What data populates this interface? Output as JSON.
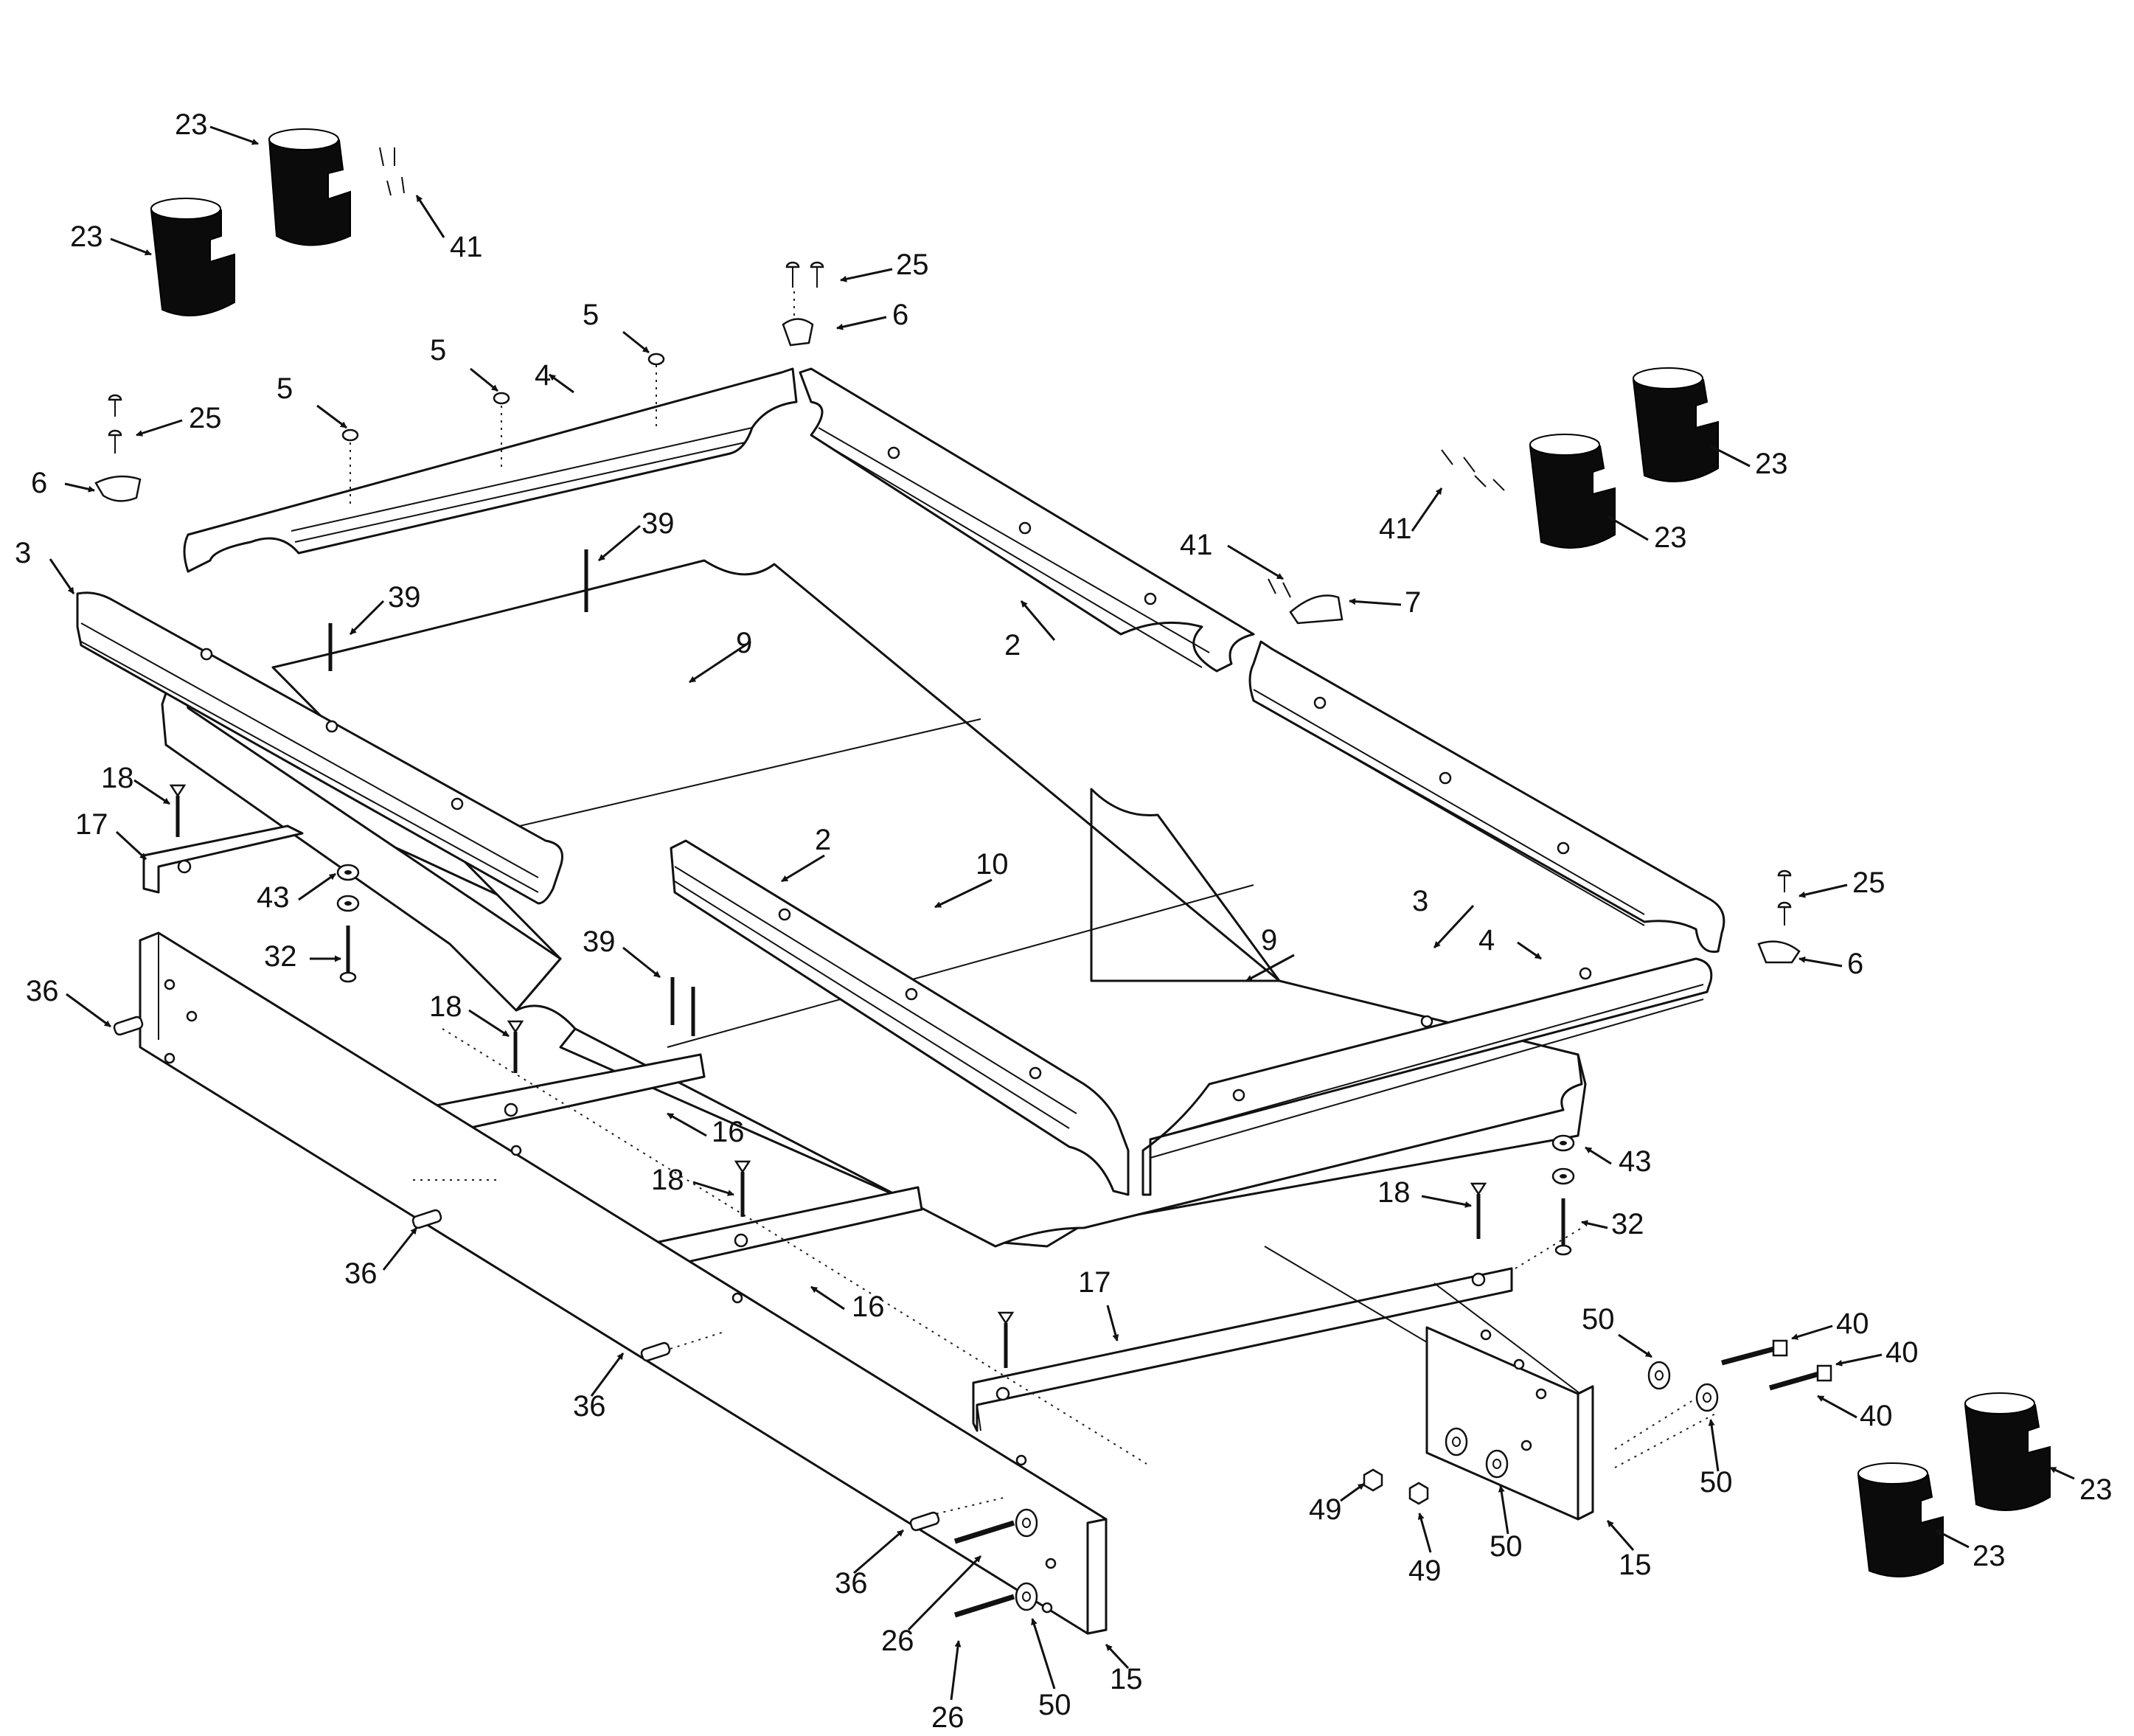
{
  "diagram": {
    "type": "exploded-parts-diagram",
    "arrow_color": "#111111",
    "pocket_color": "#0b0b0b",
    "labels": [
      "23",
      "23",
      "41",
      "25",
      "6",
      "5",
      "5",
      "5",
      "4",
      "25",
      "6",
      "3",
      "39",
      "39",
      "9",
      "2",
      "41",
      "7",
      "41",
      "23",
      "23",
      "18",
      "17",
      "43",
      "32",
      "36",
      "2",
      "10",
      "3",
      "25",
      "6",
      "39",
      "18",
      "9",
      "4",
      "16",
      "18",
      "16",
      "36",
      "43",
      "32",
      "18",
      "17",
      "50",
      "40",
      "40",
      "40",
      "36",
      "36",
      "26",
      "26",
      "50",
      "15",
      "49",
      "49",
      "50",
      "50",
      "15",
      "23",
      "23"
    ]
  }
}
